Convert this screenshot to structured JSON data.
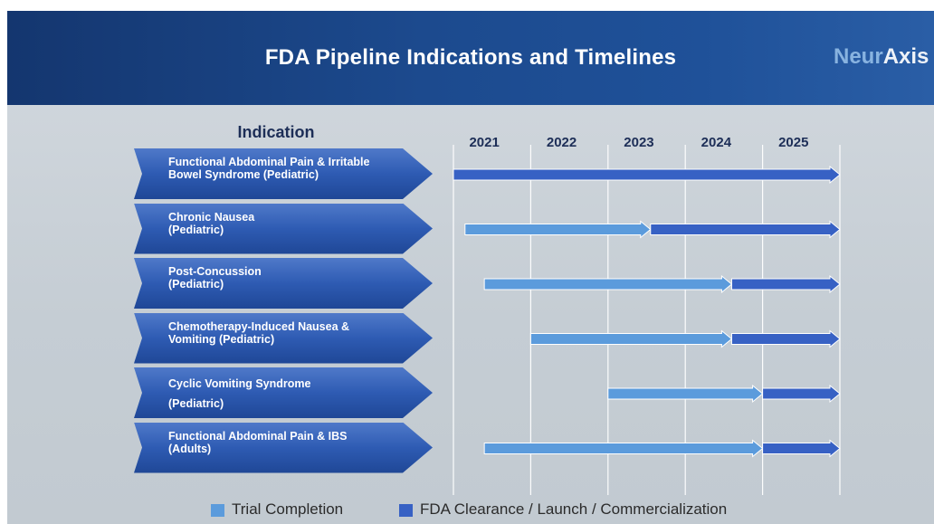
{
  "title": "FDA Pipeline Indications and Timelines",
  "logo": {
    "prefix": "Neur",
    "suffix": "Axis"
  },
  "indication_header": "Indication",
  "colors": {
    "banner": "#1c4a8e",
    "label_fill": "#2e5bb3",
    "trial": "#5b9bdc",
    "fda": "#3761c4",
    "text_dark": "#1d2e57"
  },
  "legend": [
    {
      "name": "Trial Completion",
      "color": "#5b9bdc"
    },
    {
      "name": "FDA Clearance / Launch / Commercialization",
      "color": "#3761c4"
    }
  ],
  "chart_data": {
    "type": "timeline",
    "title": "FDA Pipeline Indications and Timelines",
    "x_ticks": [
      "2021",
      "2022",
      "2023",
      "2024",
      "2025"
    ],
    "x_range": [
      2020.6,
      2025.6
    ],
    "rows": [
      {
        "label": "Functional Abdominal Pain & Irritable\nBowel Syndrome (Pediatric)",
        "spans": [
          {
            "phase": "FDA Clearance / Launch / Commercialization",
            "start": 2020.6,
            "end": 2025.6
          }
        ]
      },
      {
        "label": "Chronic Nausea\n(Pediatric)",
        "spans": [
          {
            "phase": "Trial Completion",
            "start": 2020.75,
            "end": 2023.15
          },
          {
            "phase": "FDA Clearance / Launch / Commercialization",
            "start": 2023.15,
            "end": 2025.6
          }
        ]
      },
      {
        "label": "Post-Concussion\n(Pediatric)",
        "spans": [
          {
            "phase": "Trial Completion",
            "start": 2021.0,
            "end": 2024.2
          },
          {
            "phase": "FDA Clearance / Launch / Commercialization",
            "start": 2024.2,
            "end": 2025.6
          }
        ]
      },
      {
        "label": "Chemotherapy-Induced Nausea &\nVomiting (Pediatric)",
        "spans": [
          {
            "phase": "Trial Completion",
            "start": 2021.6,
            "end": 2024.2
          },
          {
            "phase": "FDA Clearance / Launch / Commercialization",
            "start": 2024.2,
            "end": 2025.6
          }
        ]
      },
      {
        "label": "Cyclic Vomiting Syndrome\n(Pediatric)",
        "spans": [
          {
            "phase": "Trial Completion",
            "start": 2022.6,
            "end": 2024.6
          },
          {
            "phase": "FDA Clearance / Launch / Commercialization",
            "start": 2024.6,
            "end": 2025.6
          }
        ]
      },
      {
        "label": "Functional Abdominal Pain & IBS\n(Adults)",
        "spans": [
          {
            "phase": "Trial Completion",
            "start": 2021.0,
            "end": 2024.6
          },
          {
            "phase": "FDA Clearance / Launch / Commercialization",
            "start": 2024.6,
            "end": 2025.6
          }
        ]
      }
    ],
    "grid": true,
    "legend_position": "bottom"
  }
}
